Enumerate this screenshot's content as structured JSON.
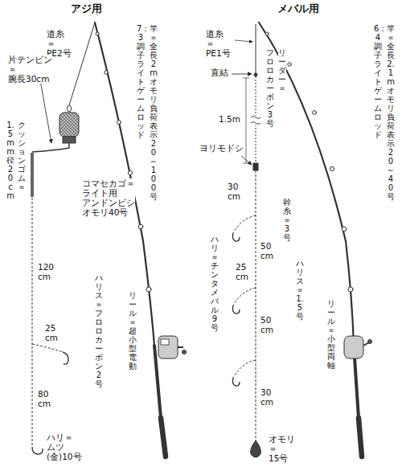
{
  "diagram": {
    "labels": [
      "アジ用",
      "メバル用",
      "道糸＝ PE2号",
      "竿＝全長2m オモリ負荷表示20～100号",
      "7：3調子 ライトゲームロッド",
      "片テンビン＝ 腕長30cm",
      "クッションゴム＝",
      "1.5mm径20cm",
      "コマセカゴ＝ ライト用 アンドンビシ オモリ40号",
      "120 cm",
      "ハリス＝フロロカーボン2号",
      "リール＝超小型電動",
      "25 cm",
      "80 cm",
      "ハリ＝ ムツ(金)10号",
      "道糸＝ PE1号",
      "竿＝全長2.1m オモリ負荷表示20～40号",
      "6：4調子 ライトゲームロッド",
      "直結",
      "リーダー＝",
      "フロロカーボン3号",
      "1.5m",
      "ヨリモドシ",
      "30 cm",
      "幹糸＝3号",
      "ハリ＝チンタメバル9号",
      "50 cm",
      "25 cm",
      "ハリス＝1.5号",
      "50 cm",
      "リール＝小型両軸",
      "30 cm",
      "オモリ＝ 15号"
    ]
  }
}
